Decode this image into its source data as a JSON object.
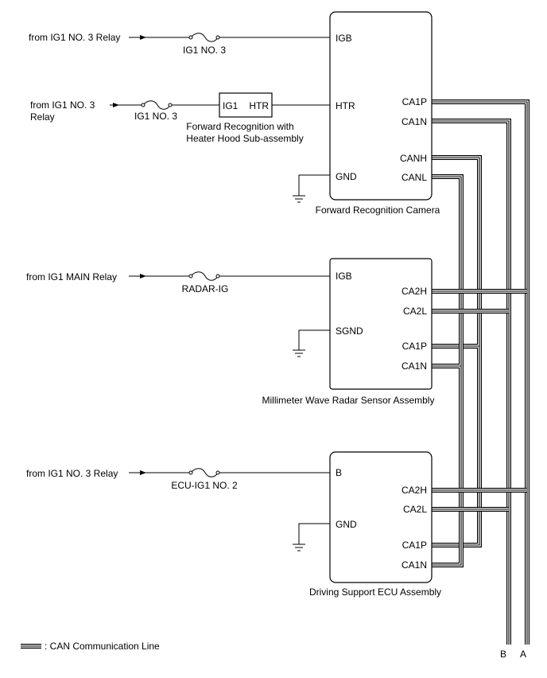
{
  "camera": {
    "name": "Forward Recognition Camera",
    "pins": {
      "igb": "IGB",
      "htr": "HTR",
      "gnd": "GND",
      "ca1p": "CA1P",
      "ca1n": "CA1N",
      "canh": "CANH",
      "canl": "CANL"
    }
  },
  "heater": {
    "name_line1": "Forward Recognition with",
    "name_line2": "Heater Hood Sub-assembly",
    "pin_ig1": "IG1",
    "pin_htr": "HTR"
  },
  "radar": {
    "name": "Millimeter Wave Radar Sensor Assembly",
    "pins": {
      "igb": "IGB",
      "sgnd": "SGND",
      "ca2h": "CA2H",
      "ca2l": "CA2L",
      "ca1p": "CA1P",
      "ca1n": "CA1N"
    }
  },
  "ecu": {
    "name": "Driving Support ECU Assembly",
    "pins": {
      "b": "B",
      "gnd": "GND",
      "ca2h": "CA2H",
      "ca2l": "CA2L",
      "ca1p": "CA1P",
      "ca1n": "CA1N"
    }
  },
  "sources": {
    "camera_igb": "from IG1 NO. 3 Relay",
    "camera_htr_line1": "from IG1 NO. 3",
    "camera_htr_line2": "Relay",
    "radar": "from IG1 MAIN Relay",
    "ecu": "from IG1 NO. 3 Relay"
  },
  "fuses": {
    "camera_igb": "IG1 NO. 3",
    "camera_htr": "IG1 NO. 3",
    "radar": "RADAR-IG",
    "ecu": "ECU-IG1 NO. 2"
  },
  "connectors": {
    "a": "A",
    "b": "B"
  },
  "legend": {
    "text": ": CAN Communication Line"
  }
}
